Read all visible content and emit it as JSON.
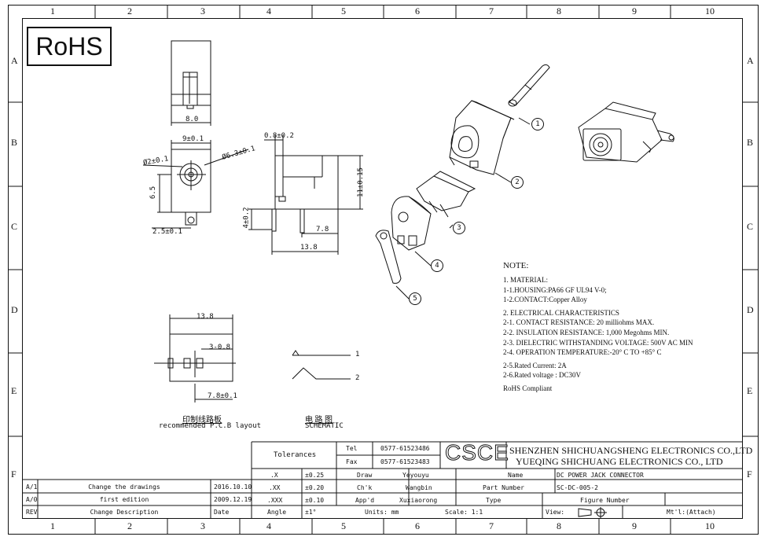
{
  "brand_logo": "RoHS",
  "zones": {
    "columns": [
      "1",
      "2",
      "3",
      "4",
      "5",
      "6",
      "7",
      "8",
      "9",
      "10"
    ],
    "rows": [
      "A",
      "B",
      "C",
      "D",
      "E",
      "F"
    ]
  },
  "dimensions": {
    "top_width": "8.0",
    "front_width": "9±0.1",
    "pin_dia": "Ø2±0.1",
    "bore_dia": "Ø6.3±0.1",
    "front_height": "6.5",
    "front_pin_offset": "2.5±0.1",
    "side_thickness": "0.8±0.2",
    "side_height": "11±0.15",
    "side_pin_len": "4±0.2",
    "side_pin_pos": "7.8",
    "side_length": "13.8",
    "pcb_length": "13.8",
    "pcb_hole_spacing": "3-0.8",
    "pcb_pin_pos": "7.8±0.1"
  },
  "part_callouts": [
    "1",
    "2",
    "3",
    "4",
    "5"
  ],
  "pcb_caption_cn": "印制线路板",
  "pcb_caption_en": "recommended P.C.B layout",
  "schematic_caption_cn": "电 路 图",
  "schematic_caption_en": "SCHEMATIC",
  "schematic_pins": [
    "1",
    "2"
  ],
  "notes": {
    "title": "NOTE:",
    "lines": [
      "1. MATERIAL:",
      "1-1.HOUSING:PA66 GF UL94 V-0;",
      "1-2.CONTACT:Copper Alloy",
      "2. ELECTRICAL CHARACTERISTICS",
      "2-1. CONTACT RESISTANCE: 20 milliohms  MAX.",
      "2-2. INSULATION RESISTANCE: 1,000 Megohms MIN.",
      "2-3. DIELECTRIC WITHSTANDING VOLTAGE: 500V AC MIN",
      "2-4. OPERATION  TEMPERATURE:-20° C TO  +85° C",
      "2-5.Rated Current: 2A",
      "2-6.Rated voltage : DC30V",
      "RoHS Compliant"
    ]
  },
  "title_block": {
    "tolerances_label": "Tolerances",
    "tol_rows": [
      {
        "k": ".X",
        "v": "±0.25"
      },
      {
        "k": ".XX",
        "v": "±0.20"
      },
      {
        "k": ".XXX",
        "v": "±0.10"
      },
      {
        "k": "Angle",
        "v": "±1°"
      }
    ],
    "tel_label": "Tel",
    "tel": "0577-61523486",
    "fax_label": "Fax",
    "fax": "0577-61523483",
    "logo": "CSCE",
    "company_1": "SHENZHEN SHICHUANGSHENG ELECTRONICS CO.,LTD",
    "company_2": "YUEQING SHICHUANG ELECTRONICS CO., LTD",
    "draw_label": "Draw",
    "draw": "Yeyouyu",
    "chk_label": "Ch'k",
    "chk": "Wangbin",
    "appd_label": "App'd",
    "appd": "Xuxiaorong",
    "units": "Units: mm",
    "scale": "Scale: 1:1",
    "name_label": "Name",
    "name": "DC POWER JACK CONNECTOR",
    "part_label": "Part Number",
    "part": "SC-DC-005-2",
    "type_label": "Type",
    "figure_label": "Figure Number",
    "view_label": "View:",
    "mt": "Mt'l:(Attach)",
    "revisions": [
      {
        "rev": "A/1",
        "desc": "Change the drawings",
        "date": "2016.10.10"
      },
      {
        "rev": "A/0",
        "desc": "first edition",
        "date": "2009.12.19"
      }
    ],
    "rev_head": {
      "rev": "REV",
      "desc": "Change Description",
      "date": "Date"
    }
  }
}
